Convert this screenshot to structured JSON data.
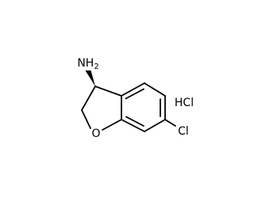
{
  "structure": {
    "atoms": {
      "amine": "NH2",
      "amine_main": "NH",
      "amine_sub": "2",
      "oxygen": "O",
      "chlorine": "Cl"
    },
    "salt": "HCl",
    "stereocenter_bond": "wedge"
  }
}
